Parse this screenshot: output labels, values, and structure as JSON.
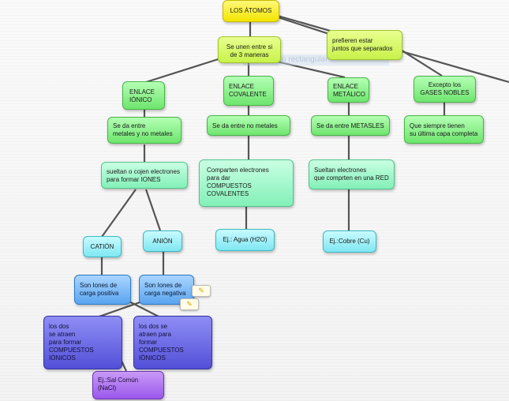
{
  "nodes": {
    "atomos": "LOS ÁTOMOS",
    "prefieren": "prefieren estar\njuntos que separados",
    "se_unen": "Se unen entre si\nde 3 maneras",
    "ionico": "ENLACE\nIÓNICO",
    "covalente": "ENLACE\nCOVALENTE",
    "metalico": "ENLACE\nMETÁLICO",
    "excepto": "Excepto los\nGASES NOBLES",
    "metales_no_metales": "Se da entre\nmetales y no metales",
    "no_metales": "Se da entre no metales",
    "entre_metales": "Se da entre METASLES",
    "capa_completa": "Que siempre tienen\nsu última capa completa",
    "sueltan_cojen": "sueltan o cojen electrones\npara formar IONES",
    "comparten": "Comparten electrones\npara dar\nCOMPUESTOS\nCOVALENTES",
    "sueltan_red": "Sueltan electrones\nque comprten en una RED",
    "cation": "CATIÓN",
    "anion": "ANIÓN",
    "agua": "Ej.: Agua (H2O)",
    "cobre": "Ej.:Cobre (Cu)",
    "iones_positiva": "Son Iones de\ncarga positiva",
    "iones_negativa": "Son Iones de\ncarga negativa",
    "atraen_1": "los dos\nse atraen\npara formar\nCOMPUESTOS\nIÓNICOS",
    "atraen_2": "los dos se\natraen para\nformar\nCOMPUESTOS\nIÓNICOS",
    "sal": "Ej.:Sal Común\n(NaCl)"
  },
  "watermark": "Rectángulo rectangular",
  "icons": [
    "note-icon",
    "note-icon"
  ]
}
